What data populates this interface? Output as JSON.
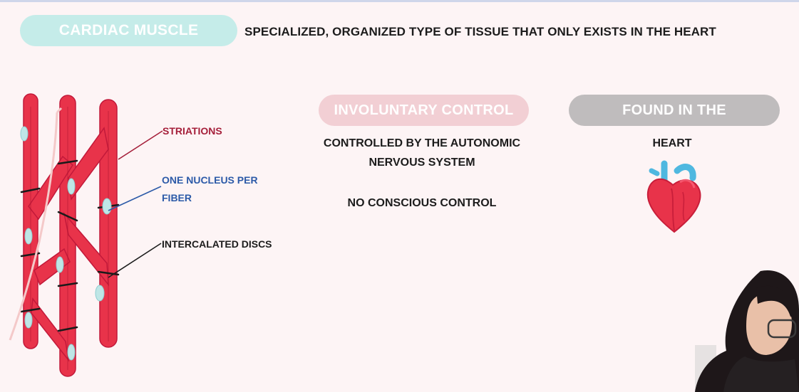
{
  "slide": {
    "title": "CARDIAC MUSCLE",
    "definition": "SPECIALIZED, ORGANIZED TYPE OF TISSUE THAT ONLY EXISTS IN THE HEART"
  },
  "diagram": {
    "labels": {
      "striations": "STRIATIONS",
      "nucleus_line1": "ONE NUCLEUS PER",
      "nucleus_line2": "FIBER",
      "discs": "INTERCALATED DISCS"
    }
  },
  "control": {
    "header": "INVOLUNTARY CONTROL",
    "line1": "CONTROLLED BY THE AUTONOMIC",
    "line2": "NERVOUS SYSTEM",
    "line3": "NO CONSCIOUS CONTROL"
  },
  "location": {
    "header": "FOUND IN THE",
    "organ": "HEART"
  },
  "icons": {
    "heart": "heart-icon",
    "presenter": "presenter-webcam"
  },
  "colors": {
    "muscle": "#e8334a",
    "title_pill": "#c5ece9",
    "control_pill": "#f2cfd4",
    "found_pill": "#bfbcbd"
  }
}
